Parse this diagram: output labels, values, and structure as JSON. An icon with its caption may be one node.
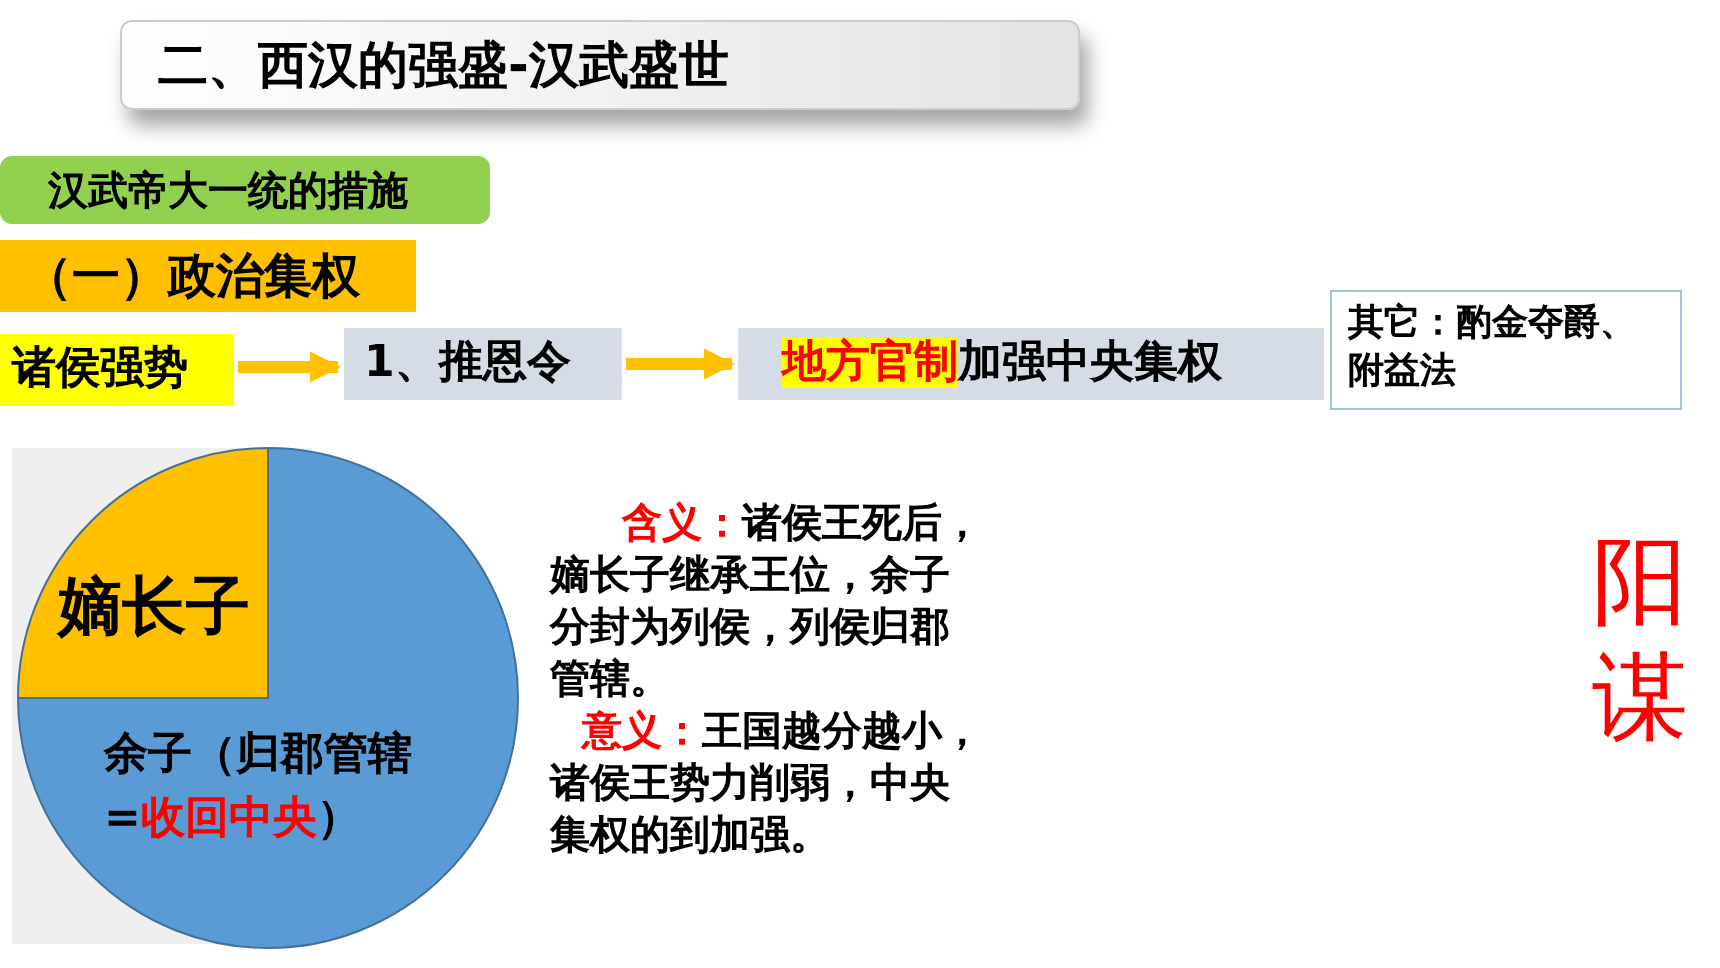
{
  "diagram": {
    "title": "二、西汉的强盛-汉武盛世",
    "nodes": [
      {
        "text": [
          "汉武帝大一统的措施"
        ]
      },
      {
        "text": [
          "（一）政治集权"
        ]
      },
      {
        "text": [
          "诸侯强势"
        ]
      },
      {
        "text": [
          "1、推恩令"
        ]
      },
      {
        "text": [
          "**地方官制**加强中央集权"
        ]
      },
      {
        "text": [
          "其它：酌金夺爵、附益法"
        ]
      },
      {
        "text": [
          "嫡长子"
        ]
      },
      {
        "text": [
          "余子（归郡管辖=**收回中央**）"
        ]
      }
    ],
    "edges": [
      {
        "from": 2,
        "to": 3,
        "arrow": "to"
      },
      {
        "from": 3,
        "to": 4,
        "arrow": "to"
      }
    ],
    "labels": [
      "**含义：**诸侯王死后，嫡长子继承王位，余子分封为列侯，列侯归郡管辖。",
      "**意义：**王国越分越小，诸侯王势力削弱，中央集权的到加强。",
      "阳谋"
    ]
  }
}
